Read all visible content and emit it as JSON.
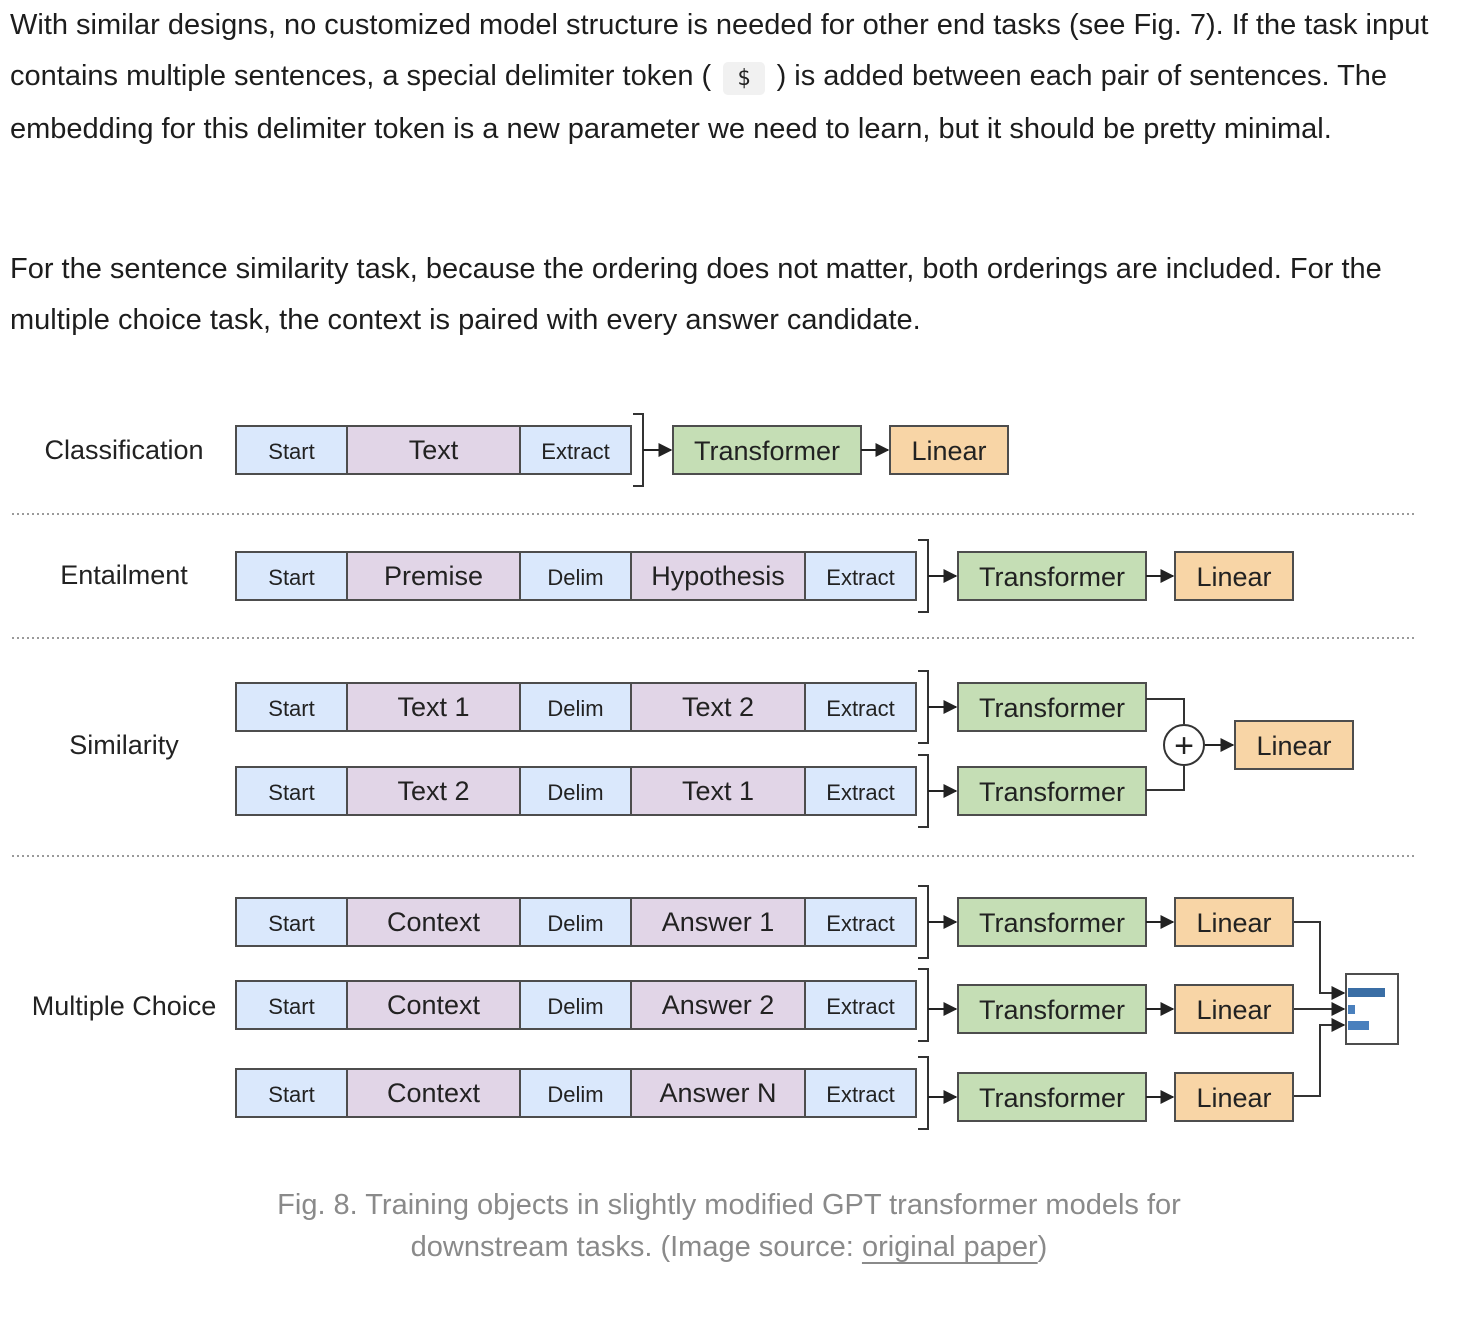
{
  "article": {
    "para1": {
      "before_code": "With similar designs, no customized model structure is needed for other end tasks (see Fig. 7). If the task input contains multiple sentences, a special delimiter token (",
      "code": "$",
      "after_code": ") is added between each pair of sentences. The embedding for this delimiter token is a new parameter we need to learn, but it should be pretty minimal."
    },
    "para2": "For the sentence similarity task, because the ordering does not matter, both orderings are included. For the multiple choice task, the context is paired with every answer candidate."
  },
  "figure": {
    "tasks": {
      "classification": "Classification",
      "entailment": "Entailment",
      "similarity": "Similarity",
      "multiple_choice": "Multiple Choice"
    },
    "rows": {
      "classification": [
        "Start",
        "Text",
        "Extract"
      ],
      "entailment": [
        "Start",
        "Premise",
        "Delim",
        "Hypothesis",
        "Extract"
      ],
      "similarity_1": [
        "Start",
        "Text 1",
        "Delim",
        "Text 2",
        "Extract"
      ],
      "similarity_2": [
        "Start",
        "Text 2",
        "Delim",
        "Text 1",
        "Extract"
      ],
      "mc_1": [
        "Start",
        "Context",
        "Delim",
        "Answer 1",
        "Extract"
      ],
      "mc_2": [
        "Start",
        "Context",
        "Delim",
        "Answer 2",
        "Extract"
      ],
      "mc_n": [
        "Start",
        "Context",
        "Delim",
        "Answer N",
        "Extract"
      ]
    },
    "transformer_label": "Transformer",
    "linear_label": "Linear",
    "plus_symbol": "+",
    "colors": {
      "token_blue": "#dae8fc",
      "token_purple": "#e1d5e7",
      "transformer_green": "#c5deb5",
      "linear_orange": "#f8d5a6",
      "softmax_blue": "#3a6ea5",
      "border": "#4d4d4d"
    }
  },
  "caption": {
    "line1": "Fig. 8. Training objects in slightly modified GPT transformer models for",
    "line2_before_link": "downstream tasks. (Image source: ",
    "link_text": "original paper",
    "line2_after_link": ")"
  }
}
